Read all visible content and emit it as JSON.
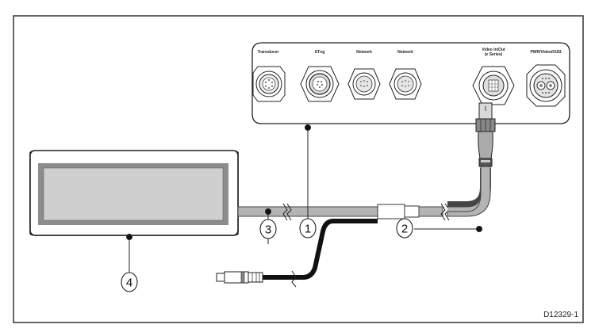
{
  "diagram": {
    "title": "Display connection diagram",
    "reference_code": "D12329-1",
    "connector_panel": {
      "ports": [
        {
          "label": "Transducer",
          "type": "transducer"
        },
        {
          "label": "STng",
          "type": "seatalkng"
        },
        {
          "label": "Network",
          "type": "network"
        },
        {
          "label": "Network",
          "type": "network"
        },
        {
          "label": "Video In/Out",
          "sublabel": "(e Series)",
          "type": "video"
        },
        {
          "label": "PWR/Video/0183",
          "type": "power"
        }
      ]
    },
    "callouts": [
      {
        "number": "1",
        "target": "connector-panel"
      },
      {
        "number": "2",
        "target": "cable-connector"
      },
      {
        "number": "3",
        "target": "adapter-cable"
      },
      {
        "number": "4",
        "target": "display-unit"
      }
    ],
    "colors": {
      "frame": "#333333",
      "cable_gray": "#b4b4b4",
      "cable_black": "#111111",
      "screen_outer": "#8c8c8c",
      "screen_inner": "#cfcfcf"
    }
  }
}
